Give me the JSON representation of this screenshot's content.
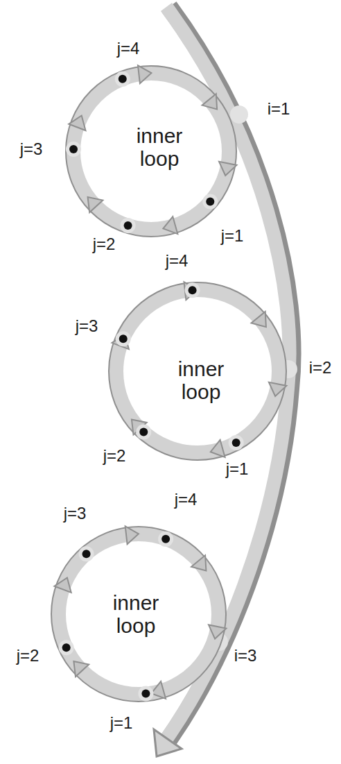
{
  "diagram": {
    "nodes": [
      {
        "text": [
          "inner loop"
        ]
      },
      {
        "text": [
          "inner loop"
        ]
      },
      {
        "text": [
          "inner loop"
        ]
      }
    ],
    "labels": [
      "j=4",
      "i=1",
      "j=3",
      "j=2",
      "j=1",
      "j=4",
      "j=3",
      "i=2",
      "j=2",
      "j=1",
      "j=4",
      "j=3",
      "i=3",
      "j=2",
      "j=1"
    ]
  }
}
